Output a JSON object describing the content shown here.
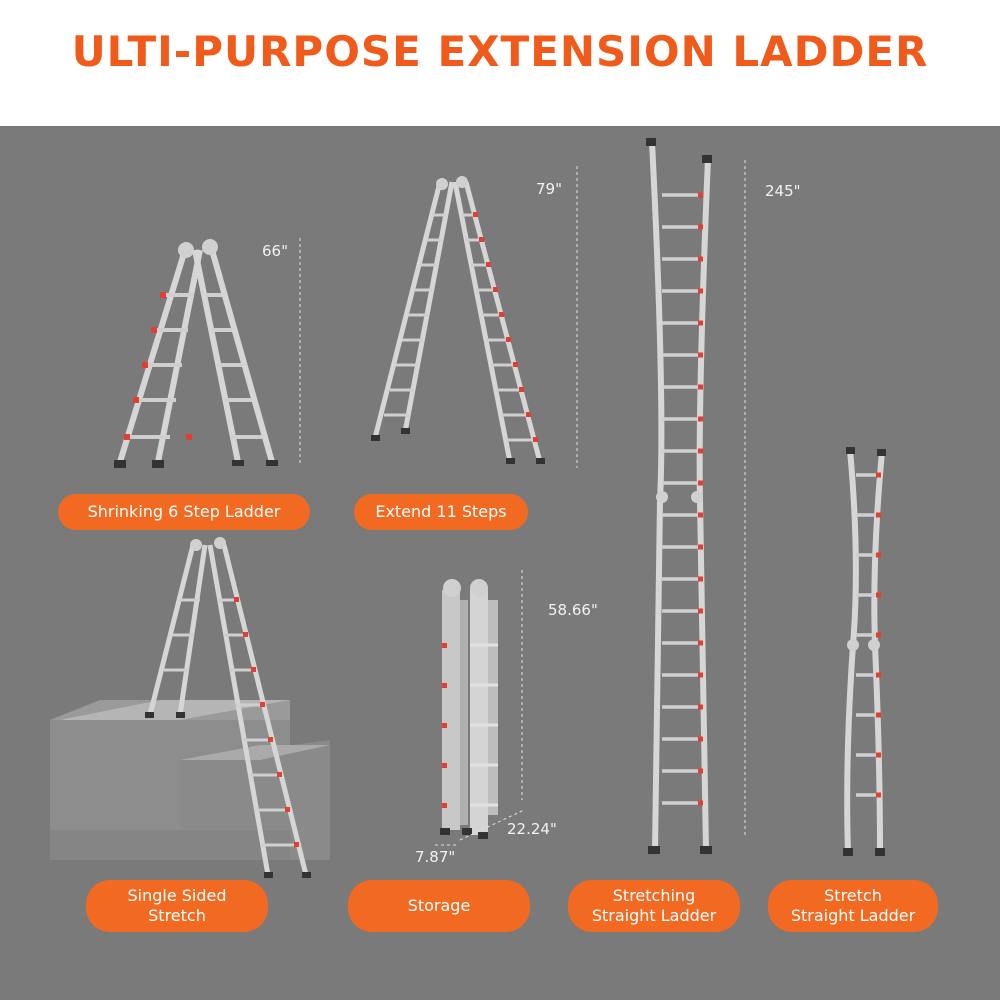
{
  "title": "ULTI-PURPOSE EXTENSION LADDER",
  "colors": {
    "accent": "#f05a1a",
    "panel": "#7a7a7a",
    "ladder": "#d8d8d8",
    "rung_cap": "#e04030"
  },
  "configurations": [
    {
      "label": "Shrinking 6 Step Ladder",
      "dimension": "66\""
    },
    {
      "label": "Extend 11 Steps",
      "dimension": "79\""
    },
    {
      "label": "Single Sided\nStretch"
    },
    {
      "label": "Storage",
      "dimension": "58.66\"",
      "depth": "22.24\"",
      "width": "7.87\""
    },
    {
      "label": "Stretching\nStraight Ladder",
      "dimension": "245\""
    },
    {
      "label": "Stretch\nStraight Ladder"
    }
  ]
}
